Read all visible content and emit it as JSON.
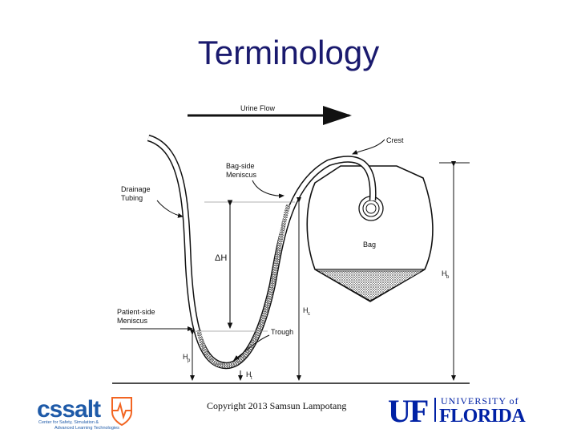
{
  "title": "Terminology",
  "diagram": {
    "flow_label": "Urine Flow",
    "crest_label": "Crest",
    "bag_side_label_1": "Bag-side",
    "bag_side_label_2": "Meniscus",
    "drainage_label_1": "Drainage",
    "drainage_label_2": "Tubing",
    "delta_h_label": "ΔH",
    "bag_label": "Bag",
    "patient_side_label_1": "Patient-side",
    "patient_side_label_2": "Meniscus",
    "trough_label": "Trough",
    "hp_label": "H",
    "hp_sub": "p",
    "ht_label": "H",
    "ht_sub": "t",
    "hc_label": "H",
    "hc_sub": "c",
    "hb_label": "H",
    "hb_sub": "b"
  },
  "footer": {
    "copyright": "Copyright 2013 Samsun Lampotang",
    "cssalt_logo_text": "cssalt",
    "cssalt_sub_1": "Center for Safety, Simulation &",
    "cssalt_sub_2": "Advanced Learning Technologies",
    "uf_monogram": "UF",
    "uf_university": "UNIVERSITY of",
    "uf_florida": "FLORIDA"
  },
  "colors": {
    "title": "#1a1a6e",
    "cssalt_blue": "#1e5aa8",
    "cssalt_orange": "#f26522",
    "uf_blue": "#0021a5"
  }
}
